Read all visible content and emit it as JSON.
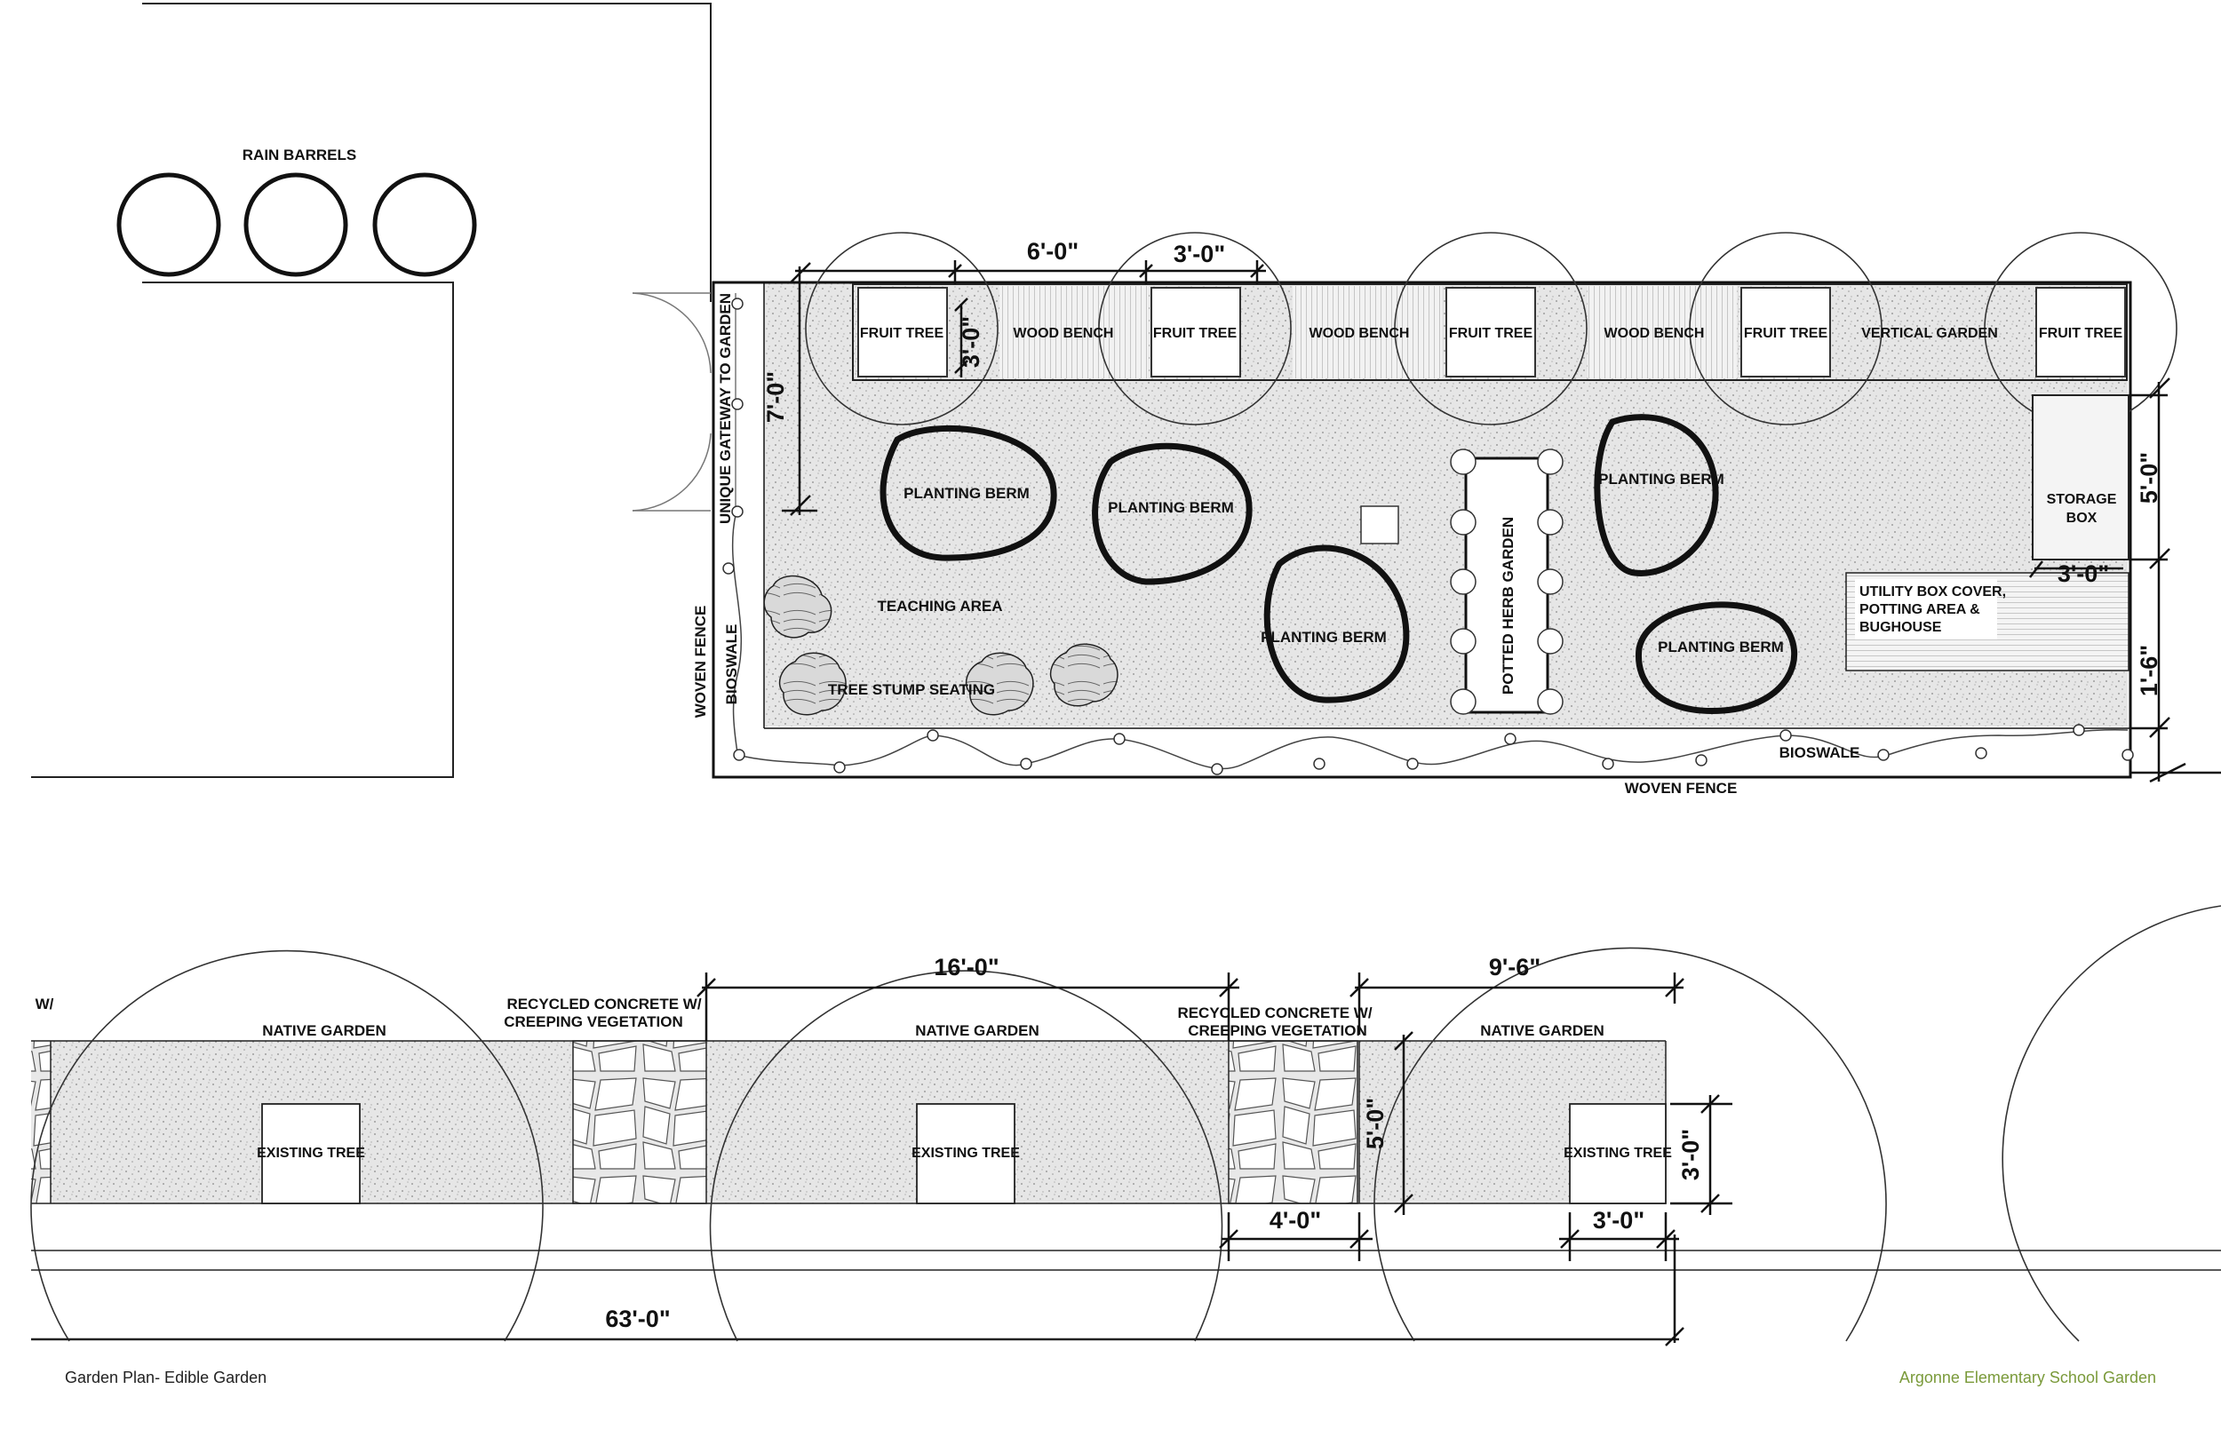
{
  "labels": {
    "rain_barrels": "RAIN BARRELS",
    "fruit_tree": "FRUIT TREE",
    "wood_bench": "WOOD BENCH",
    "vertical_garden": "VERTICAL GARDEN",
    "unique_gateway": "UNIQUE GATEWAY TO GARDEN",
    "woven_fence": "WOVEN FENCE",
    "bioswale": "BIOSWALE",
    "planting_berm": "PLANTING BERM",
    "potted_herb_garden": "POTTED HERB GARDEN",
    "teaching_area": "TEACHING AREA",
    "tree_stump_seating": "TREE STUMP SEATING",
    "storage_box_1": "STORAGE",
    "storage_box_2": "BOX",
    "utility_1": "UTILITY BOX COVER,",
    "utility_2": "POTTING AREA &",
    "utility_3": "BUGHOUSE",
    "native_garden": "NATIVE GARDEN",
    "existing_tree": "EXISTING TREE",
    "recycled_1": "RECYCLED CONCRETE W/",
    "recycled_2": "CREEPING VEGETATION",
    "recycled_cut": "W/"
  },
  "dimensions": {
    "d_6_0": "6'-0\"",
    "d_3_0": "3'-0\"",
    "d_7_0": "7'-0\"",
    "d_5_0": "5'-0\"",
    "d_1_6": "1'-6\"",
    "d_16_0": "16'-0\"",
    "d_9_6": "9'-6\"",
    "d_4_0": "4'-0\"",
    "d_63_0": "63'-0\""
  },
  "footer": {
    "left": "Garden Plan- Edible Garden",
    "right": "Argonne Elementary School Garden",
    "right_color": "#7a9a3a"
  }
}
